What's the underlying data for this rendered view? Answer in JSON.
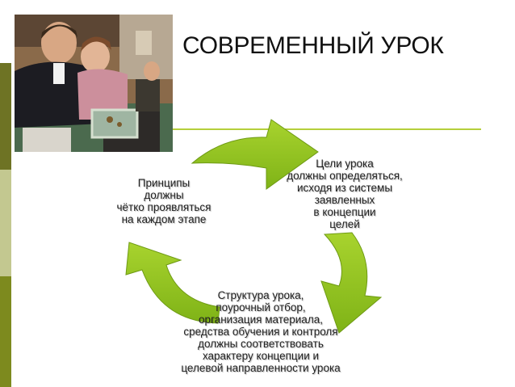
{
  "slide": {
    "title": "СОВРЕМЕННЫЙ УРОК"
  },
  "colors": {
    "arrow": "#8fc21e",
    "arrow_dark": "#6e9a14",
    "rule": "#b5cf3b",
    "side_bar_dark": "#6e7324",
    "side_bar_light": "#c3c890",
    "side_bar_mid": "#7d8a1e"
  },
  "cycle": {
    "principles": [
      "Принципы",
      "должны",
      "чётко проявляться",
      "на каждом этапе"
    ],
    "goals": [
      "Цели урока",
      "должны определяться,",
      "исходя из системы",
      "заявленных",
      "в концепции",
      "целей"
    ],
    "structure": [
      "Структура урока,",
      "поурочный отбор,",
      "организация материала,",
      "средства обучения и контроля",
      "должны соответствовать",
      "характеру концепции и",
      "целевой направленности урока"
    ]
  }
}
